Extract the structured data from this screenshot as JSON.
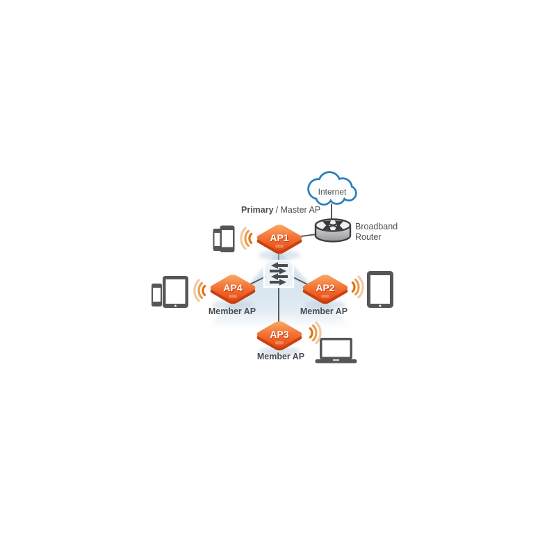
{
  "nodes": {
    "internet": {
      "label": "Internet"
    },
    "router": {
      "label_line1": "Broadband",
      "label_line2": "Router"
    },
    "ap1": {
      "label": "AP1",
      "caption_bold": "Primary",
      "caption_rest": "/ Master AP"
    },
    "ap2": {
      "label": "AP2",
      "caption": "Member AP"
    },
    "ap3": {
      "label": "AP3",
      "caption": "Member AP"
    },
    "ap4": {
      "label": "AP4",
      "caption": "Member AP"
    }
  },
  "icons": {
    "cloud": "cloud-icon",
    "router": "router-icon",
    "switch": "switch-arrows-icon",
    "wifi": "wifi-waves-icon",
    "smartphone": "smartphone-icon",
    "tablet": "tablet-icon",
    "laptop": "laptop-icon",
    "access_point": "access-point-diamond-icon"
  },
  "colors": {
    "ap_orange_top": "#F9A85D",
    "ap_orange_bottom": "#EB5420",
    "ap_underside": "#C8400F",
    "wifi_inner": "#E2710D",
    "wifi_mid": "#E99C53",
    "wifi_outer": "#F0CA9E",
    "cloud_blue": "#2B7FBA",
    "cone_blue": "#C7DAE9",
    "device_gray": "#545658",
    "text_gray": "#4D4D4F",
    "line_gray": "#58595B"
  }
}
